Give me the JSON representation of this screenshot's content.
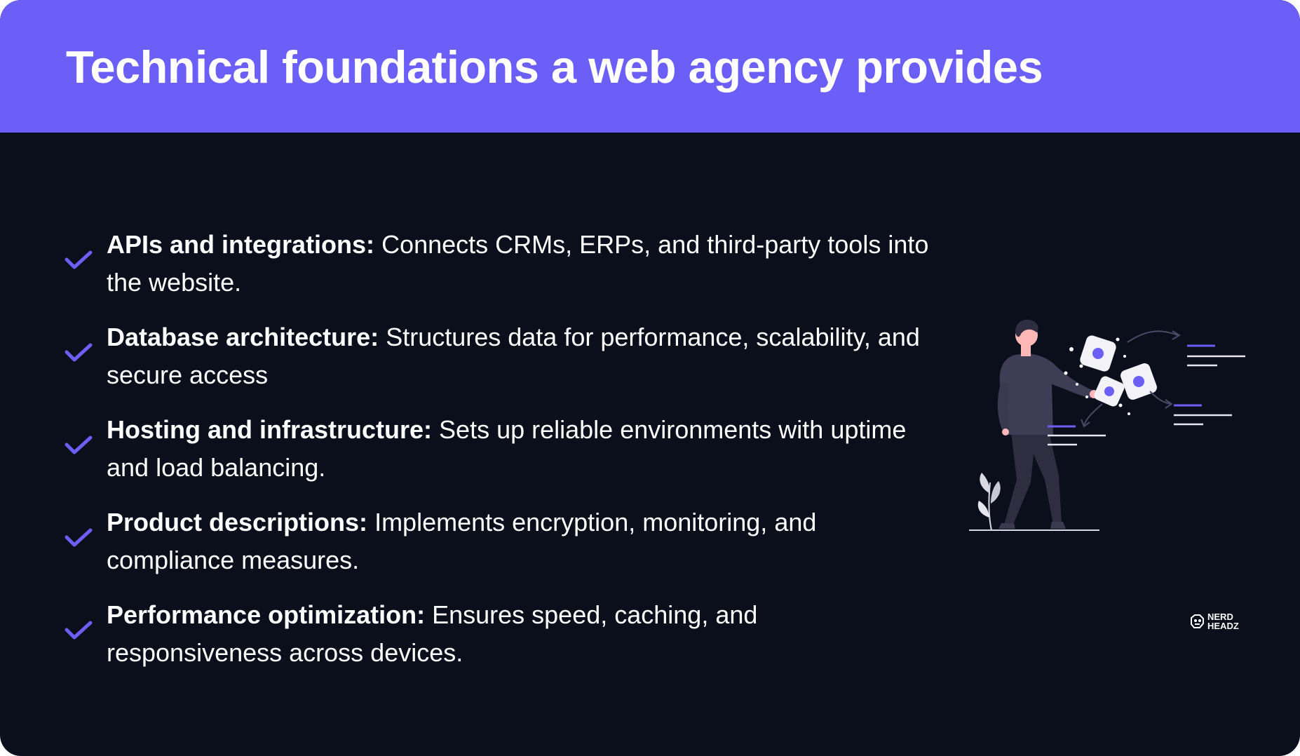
{
  "header": {
    "title": "Technical foundations a web agency provides"
  },
  "items": [
    {
      "title": "APIs and integrations:",
      "description": "Connects CRMs, ERPs, and third-party tools into the website."
    },
    {
      "title": "Database architecture:",
      "description": "Structures data for performance, scalability, and secure access"
    },
    {
      "title": "Hosting and infrastructure:",
      "description": "Sets up reliable environments with uptime and load balancing."
    },
    {
      "title": "Product descriptions:",
      "description": "Implements encryption, monitoring, and compliance measures."
    },
    {
      "title": "Performance optimization:",
      "description": "Ensures speed, caching, and responsiveness across devices."
    }
  ],
  "brand": {
    "line1": "NERD",
    "line2": "HEADZ"
  },
  "colors": {
    "accent": "#6c5ff7",
    "background": "#0b0e1b",
    "text": "#ffffff"
  },
  "icons": {
    "bullet": "checkmark-icon",
    "illustration": "person-with-data-blocks-illustration",
    "logo": "nerdheadz-logo-icon"
  }
}
